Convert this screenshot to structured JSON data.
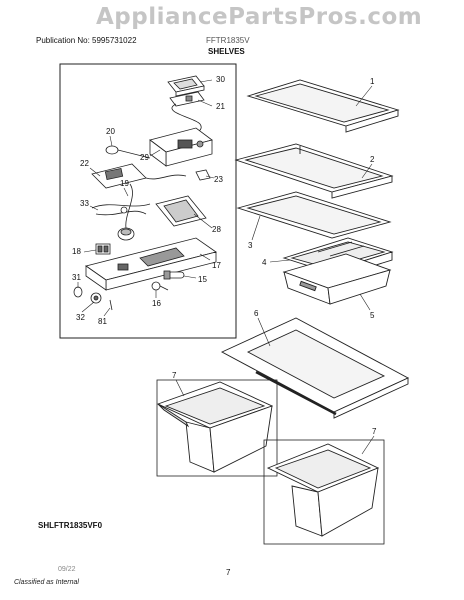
{
  "header": {
    "watermark": "AppliancePartsPros.com",
    "publication": "Publication No: 5995731022",
    "model": "FFTR1835V",
    "section_title": "SHELVES"
  },
  "callouts": [
    "30",
    "21",
    "20",
    "19",
    "29",
    "22",
    "23",
    "33",
    "28",
    "18",
    "15",
    "31",
    "17",
    "16",
    "32",
    "81",
    "1",
    "2",
    "3",
    "4",
    "5",
    "6",
    "7",
    "7"
  ],
  "footer": {
    "diagram_code": "SHLFTR1835VF0",
    "date": "09/22",
    "page_number": "7",
    "note": "Classified as Internal"
  }
}
